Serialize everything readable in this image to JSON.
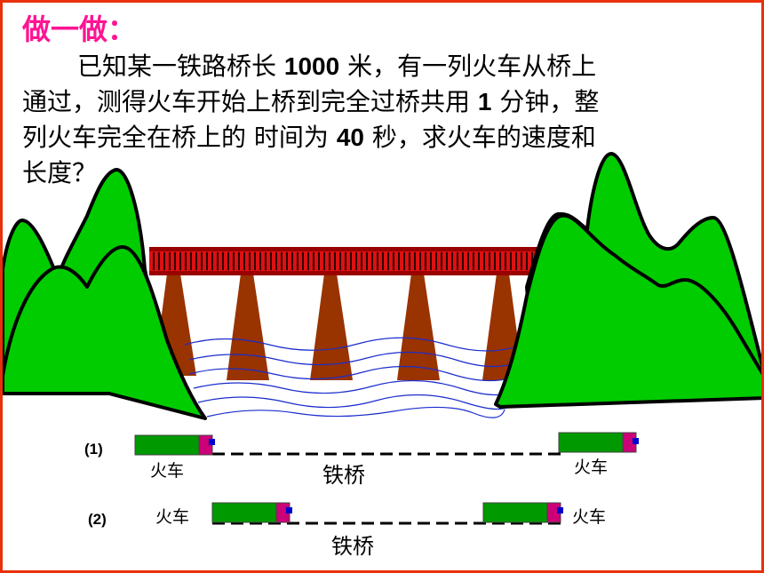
{
  "heading": "做一做：",
  "problem": {
    "line1_a": "已知某一铁路桥长 ",
    "bridge_length": "1000",
    "line1_b": " 米，有一列火车从桥上",
    "line2_a": "通过，测得火车开始上桥到完全过桥共用 ",
    "total_time": "1",
    "line2_b": " 分钟，整",
    "line3_a": "列火车完全在桥上的 时间为 ",
    "on_bridge_time": "40",
    "line3_b": " 秒，求火车的速度和",
    "line4": "长度？"
  },
  "diagram": {
    "case1": {
      "label": "(1)",
      "train_left_label": "火车",
      "train_right_label": "火车",
      "bridge_label": "铁桥"
    },
    "case2": {
      "label": "(2)",
      "train_left_label": "火车",
      "train_right_label": "火车",
      "bridge_label": "铁桥"
    }
  },
  "colors": {
    "frame": "#e8300a",
    "heading": "#ff1493",
    "mountain": "#00cc00",
    "bridge_deck": "#dd1111",
    "pier": "#993300",
    "water": "#1a2dcc",
    "train_body": "#009900",
    "train_cab": "#cc0077",
    "train_light": "#0000cc"
  }
}
